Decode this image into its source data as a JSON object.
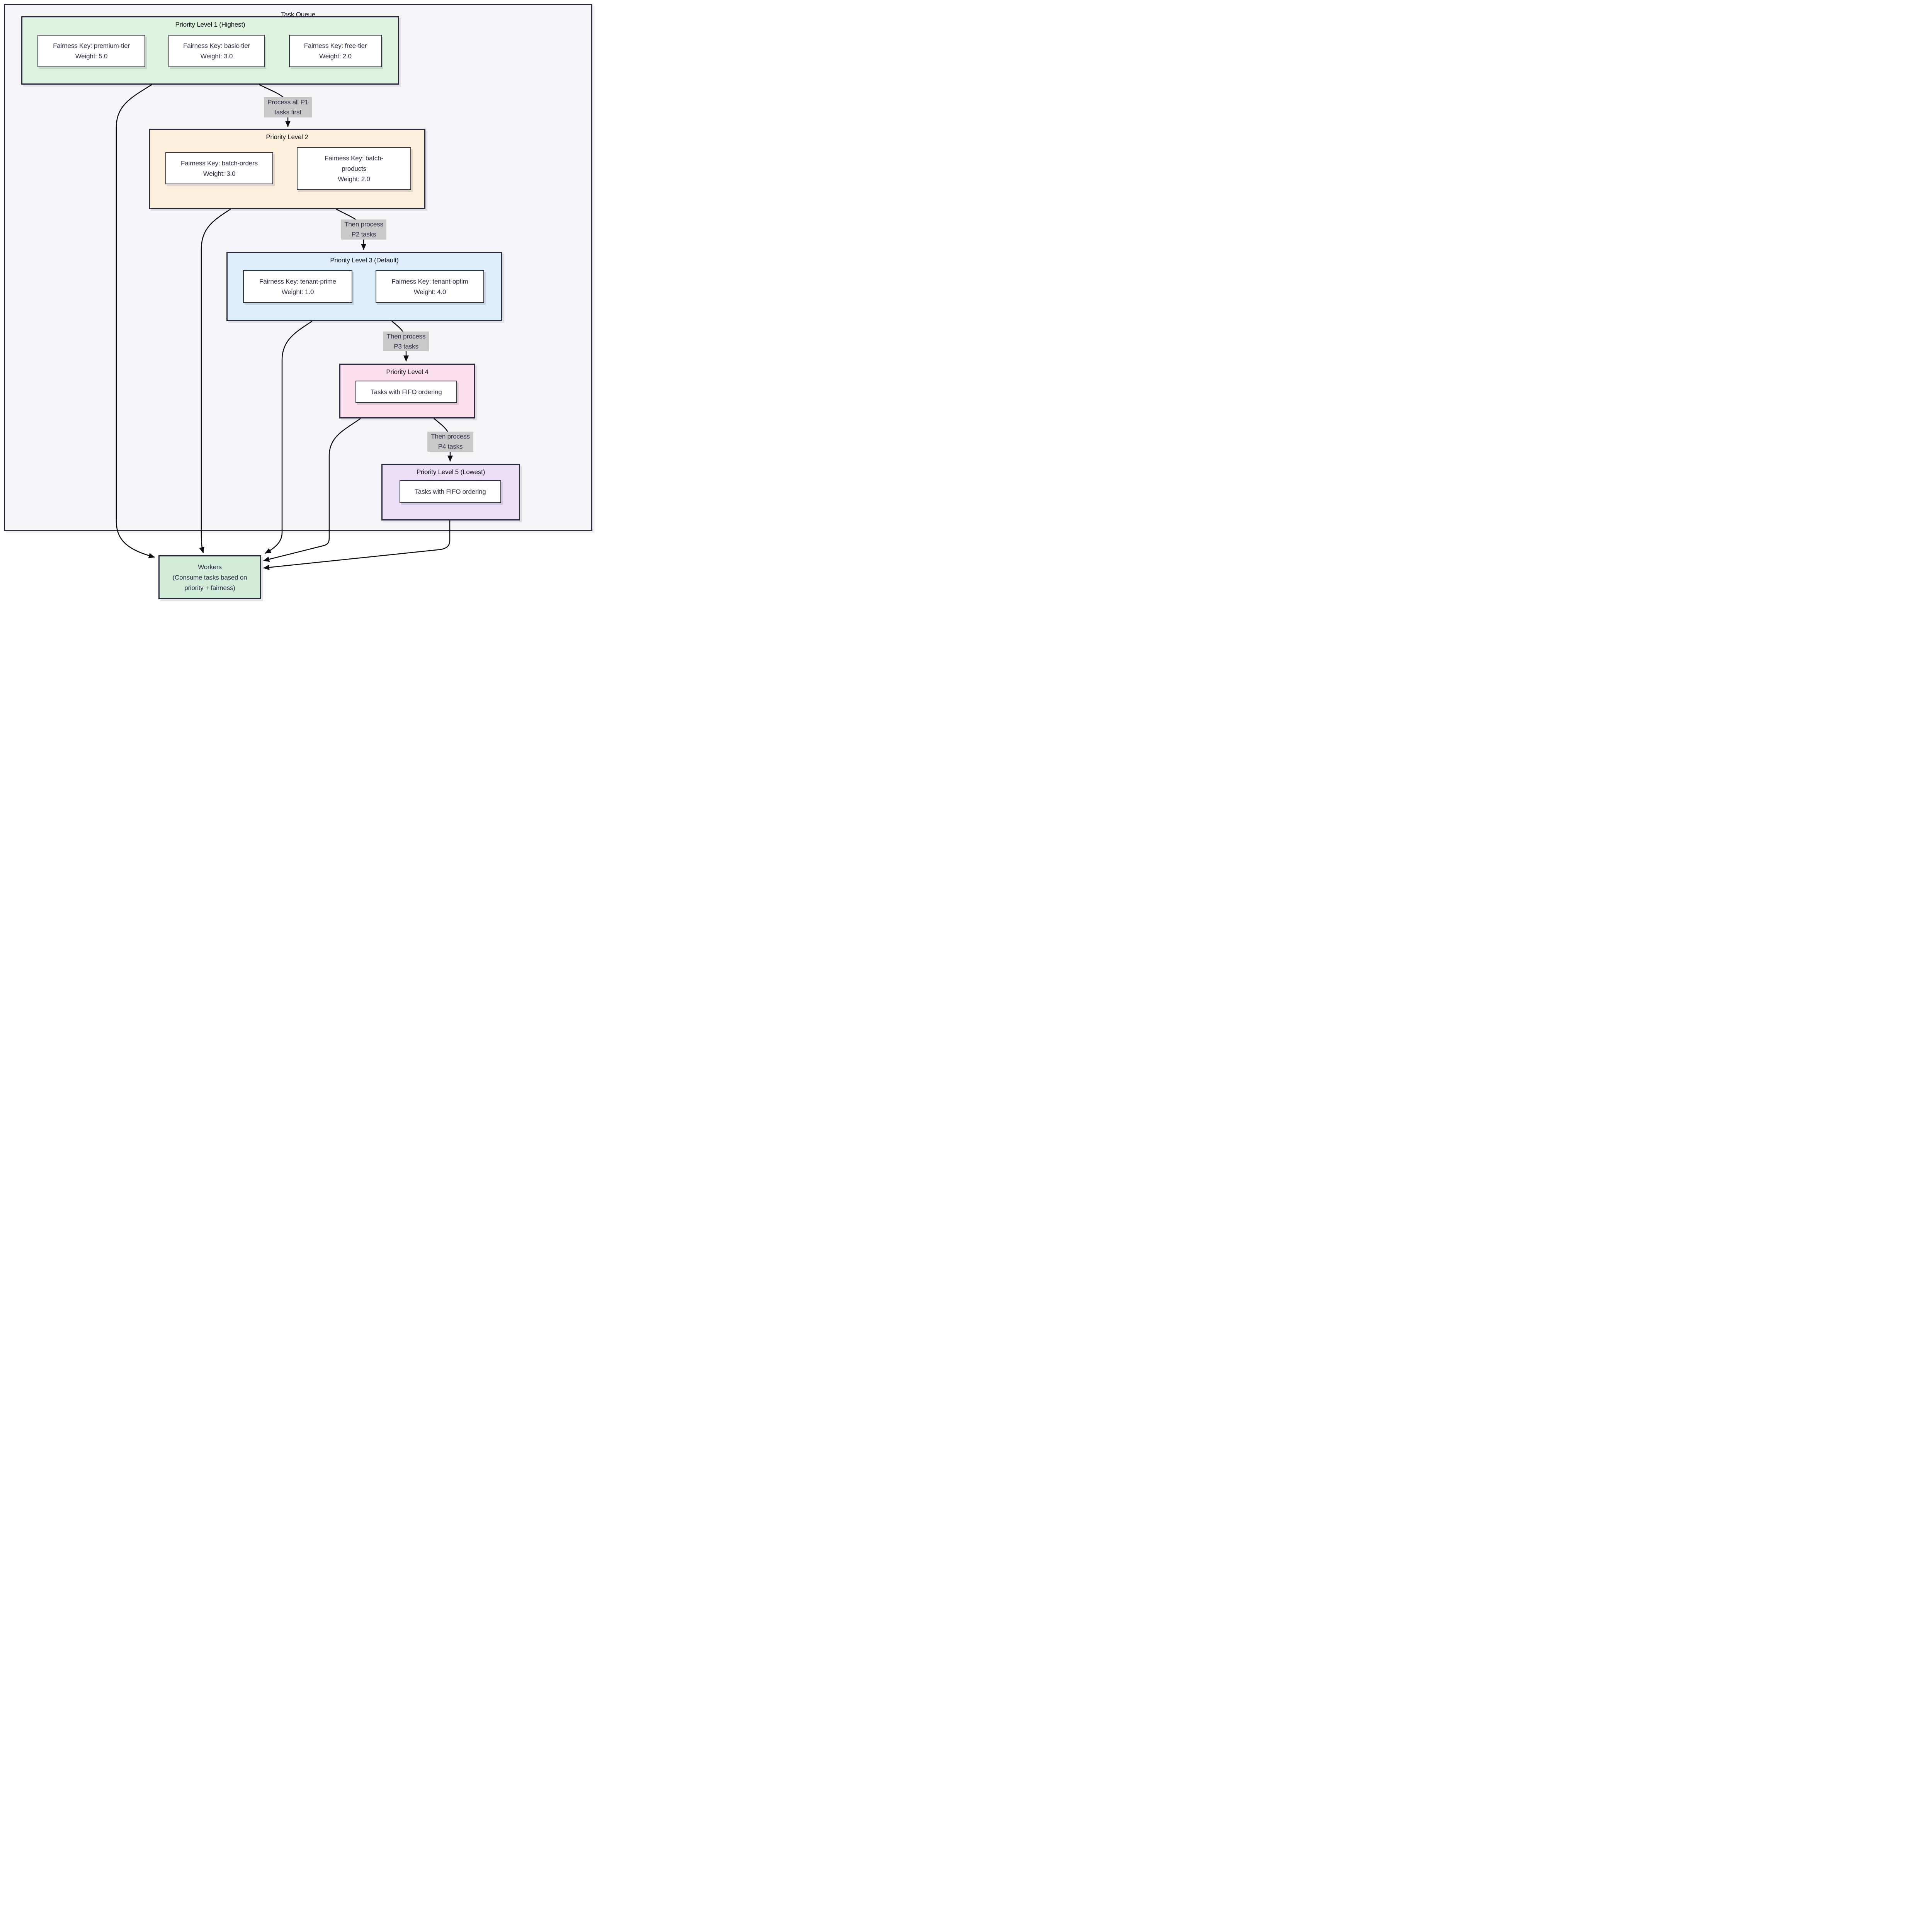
{
  "title": "Task Queue",
  "queues": [
    {
      "title": "Priority Level 1 (Highest)",
      "items": [
        {
          "lines": [
            "Fairness Key: premium-tier",
            "Weight: 5.0"
          ]
        },
        {
          "lines": [
            "Fairness Key: basic-tier",
            "Weight: 3.0"
          ]
        },
        {
          "lines": [
            "Fairness Key: free-tier",
            "Weight: 2.0"
          ]
        }
      ]
    },
    {
      "title": "Priority Level 2",
      "items": [
        {
          "lines": [
            "Fairness Key: batch-orders",
            "Weight: 3.0"
          ]
        },
        {
          "lines": [
            "Fairness Key: batch-",
            "products",
            "Weight: 2.0"
          ]
        }
      ]
    },
    {
      "title": "Priority Level 3 (Default)",
      "items": [
        {
          "lines": [
            "Fairness Key: tenant-prime",
            "Weight: 1.0"
          ]
        },
        {
          "lines": [
            "Fairness Key: tenant-optim",
            "Weight: 4.0"
          ]
        }
      ]
    },
    {
      "title": "Priority Level 4",
      "items": [
        {
          "lines": [
            "Tasks with FIFO ordering"
          ]
        }
      ]
    },
    {
      "title": "Priority Level 5 (Lowest)",
      "items": [
        {
          "lines": [
            "Tasks with FIFO ordering"
          ]
        }
      ]
    }
  ],
  "workers": {
    "lines": [
      "Workers",
      "(Consume tasks based on",
      "priority + fairness)"
    ]
  },
  "edge_labels": [
    {
      "lines": [
        "Process all P1",
        "tasks first"
      ]
    },
    {
      "lines": [
        "Then process",
        "P2 tasks"
      ]
    },
    {
      "lines": [
        "Then process",
        "P3 tasks"
      ]
    },
    {
      "lines": [
        "Then process",
        "P4 tasks"
      ]
    }
  ],
  "edges": [
    {
      "from": "Priority Level 1",
      "to": "Priority Level 2",
      "label": "Process all P1 tasks first"
    },
    {
      "from": "Priority Level 2",
      "to": "Priority Level 3",
      "label": "Then process P2 tasks"
    },
    {
      "from": "Priority Level 3",
      "to": "Priority Level 4",
      "label": "Then process P3 tasks"
    },
    {
      "from": "Priority Level 4",
      "to": "Priority Level 5",
      "label": "Then process P4 tasks"
    },
    {
      "from": "Priority Level 1",
      "to": "Workers",
      "label": ""
    },
    {
      "from": "Priority Level 2",
      "to": "Workers",
      "label": ""
    },
    {
      "from": "Priority Level 3",
      "to": "Workers",
      "label": ""
    },
    {
      "from": "Priority Level 4",
      "to": "Workers",
      "label": ""
    },
    {
      "from": "Priority Level 5",
      "to": "Workers",
      "label": ""
    }
  ],
  "colors": {
    "container_bg": "#f6f6f9",
    "p1": "#ddf2df",
    "p2": "#fcefdb",
    "p3": "#ddedfc",
    "p4": "#fcdfed",
    "p5": "#ebdff8",
    "workers": "#d2ecda",
    "edge_label_bg": "#c9c9c9",
    "border": "#2a2a3e",
    "arrow": "#0c0c12",
    "title_text": "#111118",
    "body_text": "#2e2e48"
  }
}
